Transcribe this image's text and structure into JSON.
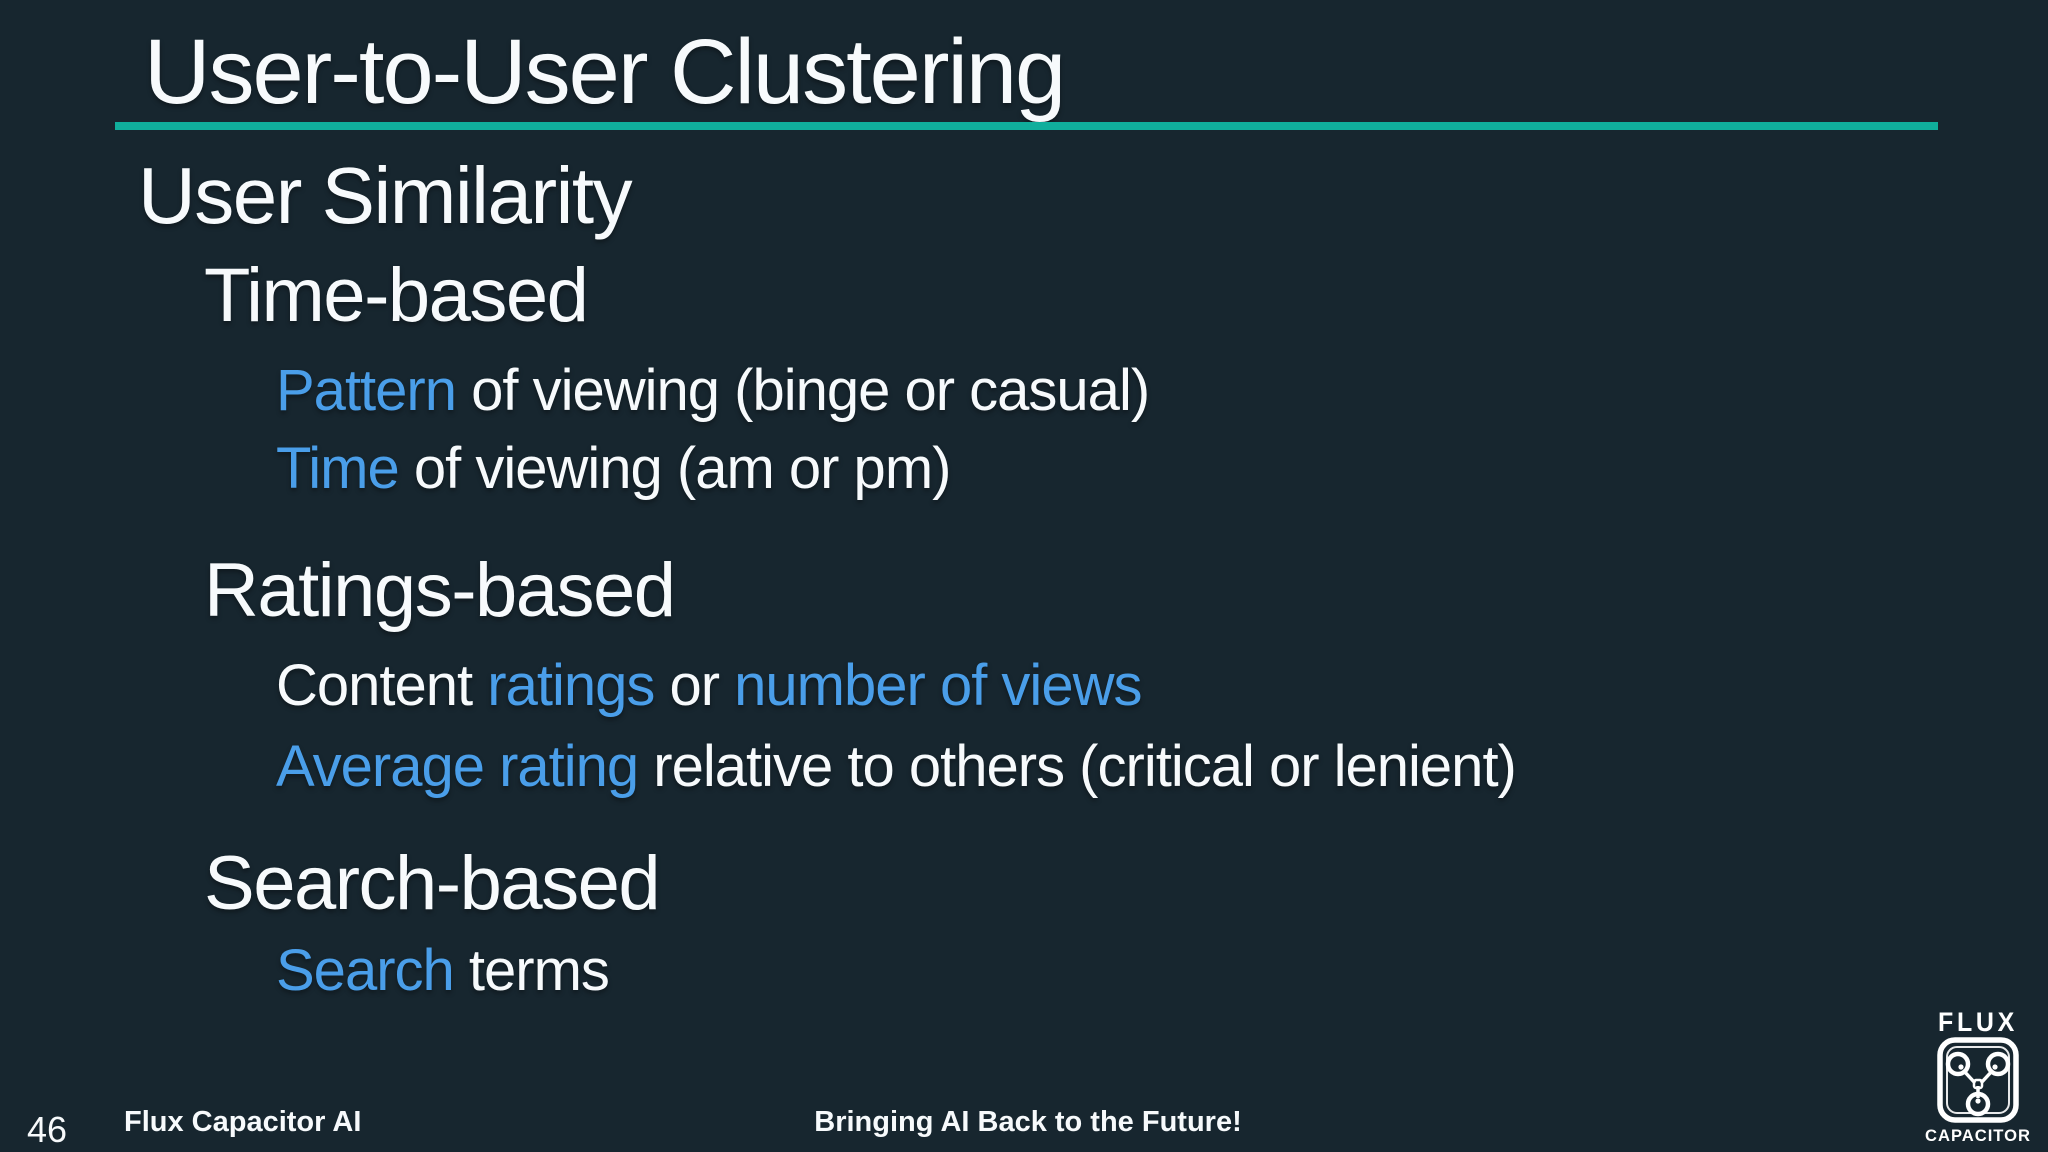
{
  "colors": {
    "background": "#17262F",
    "text": "#F7FAFC",
    "accent": "#4A9EE9",
    "rule": "#10AE9C"
  },
  "slide": {
    "title": "User-to-User Clustering",
    "subtitle": "User Similarity",
    "sections": [
      {
        "heading": "Time-based",
        "bullets": [
          {
            "segments": [
              {
                "text": "Pattern",
                "accent": true
              },
              {
                "text": " of viewing (binge or casual)",
                "accent": false
              }
            ]
          },
          {
            "segments": [
              {
                "text": "Time",
                "accent": true
              },
              {
                "text": " of viewing (am or pm)",
                "accent": false
              }
            ]
          }
        ]
      },
      {
        "heading": "Ratings-based",
        "bullets": [
          {
            "segments": [
              {
                "text": "Content ",
                "accent": false
              },
              {
                "text": "ratings",
                "accent": true
              },
              {
                "text": " or ",
                "accent": false
              },
              {
                "text": "number of views",
                "accent": true
              }
            ]
          },
          {
            "segments": [
              {
                "text": "Average rating",
                "accent": true
              },
              {
                "text": " relative to others (critical or lenient)",
                "accent": false
              }
            ]
          }
        ]
      },
      {
        "heading": "Search-based",
        "bullets": [
          {
            "segments": [
              {
                "text": "Search",
                "accent": true
              },
              {
                "text": " terms",
                "accent": false
              }
            ]
          }
        ]
      }
    ],
    "footer": {
      "page_number": "46",
      "left_text": "Flux Capacitor AI",
      "center_text": "Bringing AI Back to the Future!"
    },
    "logo": {
      "top_text": "FLUX",
      "bottom_text": "CAPACITOR"
    }
  }
}
